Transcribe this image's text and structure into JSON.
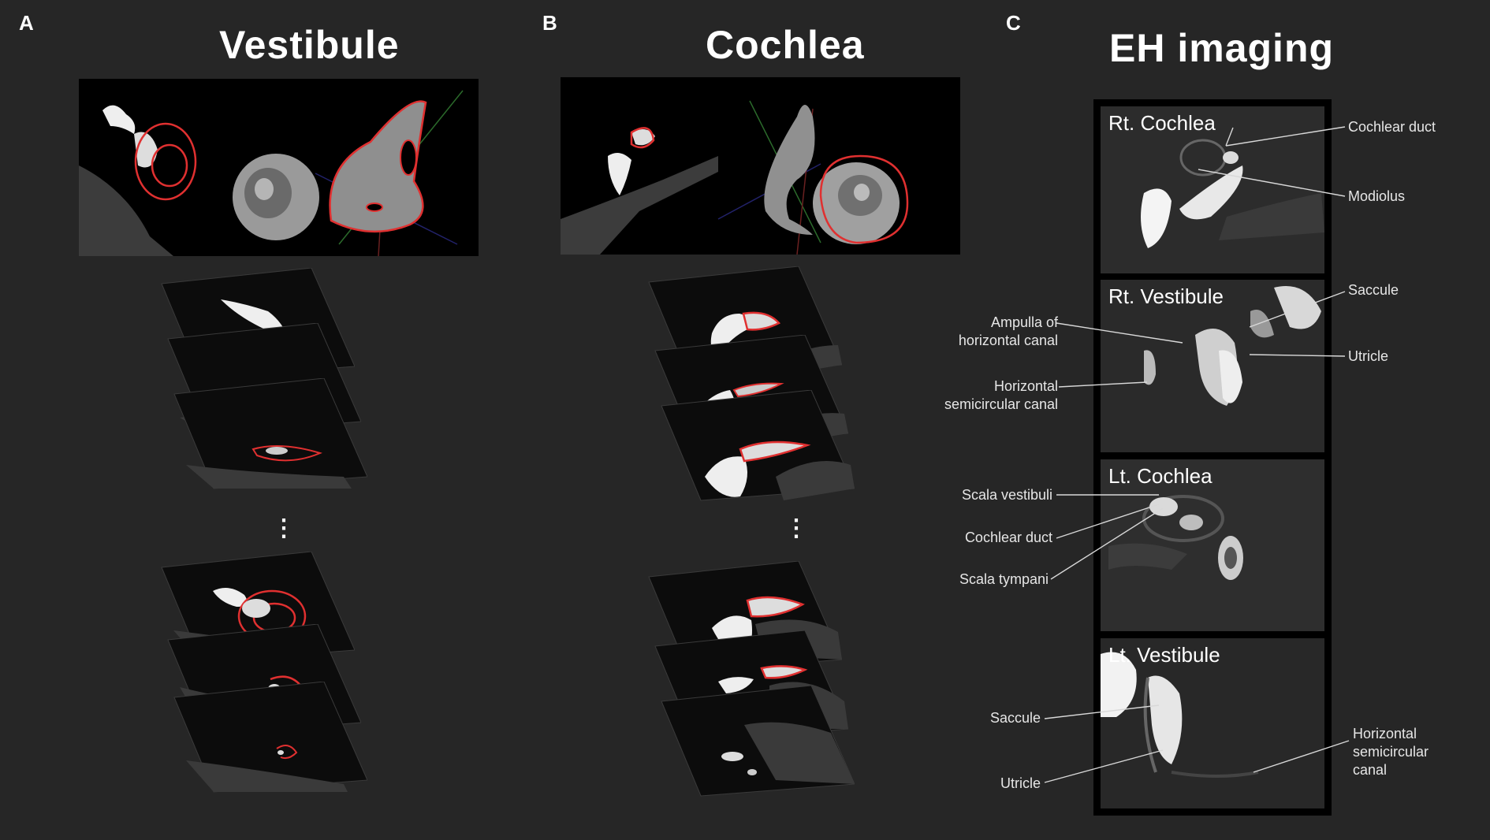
{
  "panels": [
    {
      "letter": "A",
      "title": "Vestibule"
    },
    {
      "letter": "B",
      "title": "Cochlea"
    },
    {
      "letter": "C",
      "title": "EH imaging"
    }
  ],
  "ellipsis": "⋮",
  "eh_cells": [
    {
      "title": "Rt. Cochlea"
    },
    {
      "title": "Rt. Vestibule"
    },
    {
      "title": "Lt. Cochlea"
    },
    {
      "title": "Lt. Vestibule"
    }
  ],
  "annotations": {
    "cochlear_duct_rt": "Cochlear duct",
    "modiolus": "Modiolus",
    "saccule_rt": "Saccule",
    "utricle_rt": "Utricle",
    "ampulla": "Ampulla of\nhorizontal canal",
    "horizontal_canal_rt": "Horizontal\nsemicircular canal",
    "scala_vestibuli": "Scala vestibuli",
    "cochlear_duct_lt": "Cochlear duct",
    "scala_tympani": "Scala tympani",
    "saccule_lt": "Saccule",
    "utricle_lt": "Utricle",
    "horizontal_canal_lt": "Horizontal\nsemicircular\ncanal"
  },
  "colors": {
    "background": "#262626",
    "segmentation_outline": "#e03030",
    "text": "#ffffff"
  }
}
